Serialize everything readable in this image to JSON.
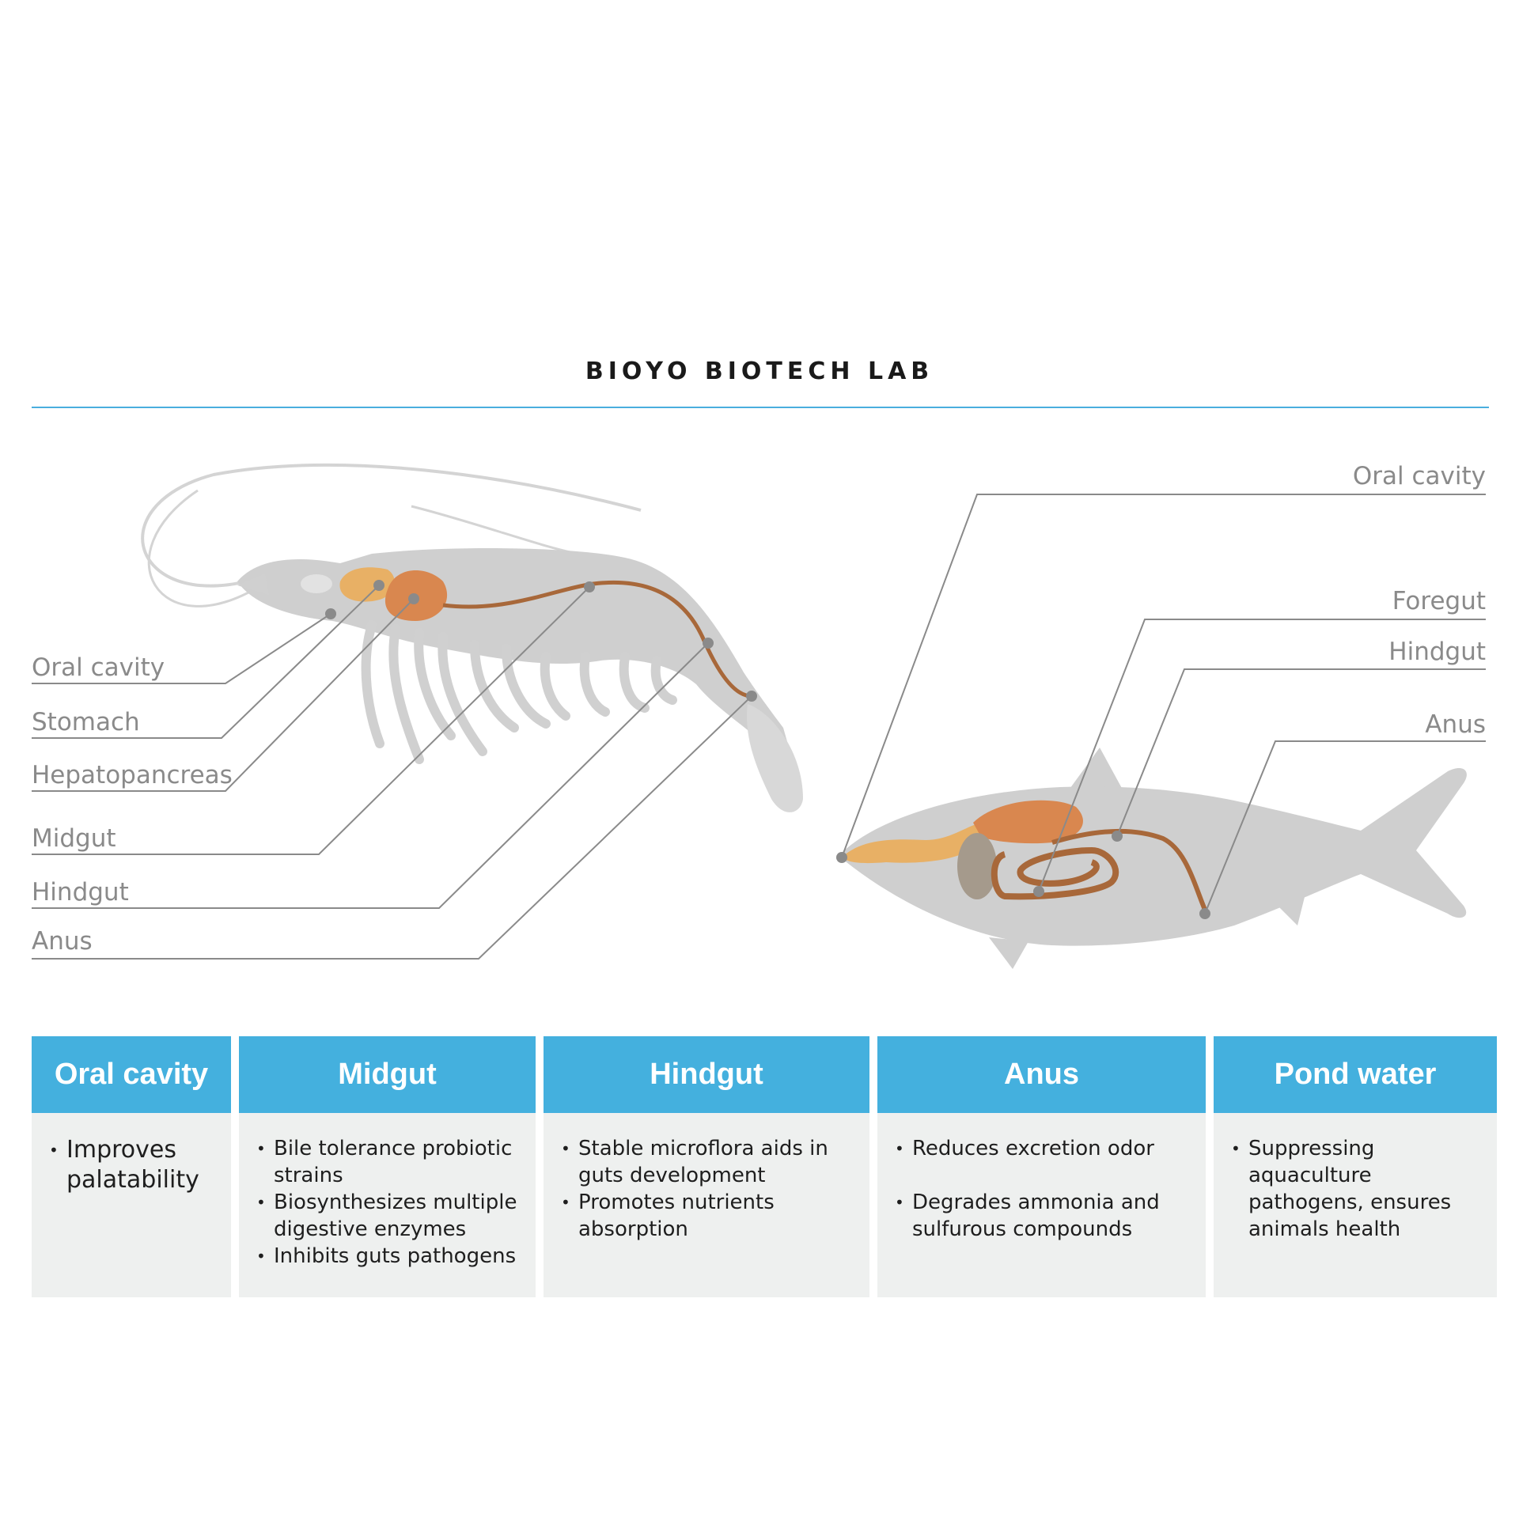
{
  "brand": "BIOYO BIOTECH LAB",
  "colors": {
    "accent": "#44b0de",
    "body_gray": "#c9c9c9",
    "organ_light": "#e8b065",
    "organ_dark": "#d9874f",
    "gut": "#a8683a",
    "leader": "#8a8a8a",
    "cell_bg": "#eef0ef"
  },
  "shrimp": {
    "labels": [
      "Oral cavity",
      "Stomach",
      "Hepatopancreas",
      "Midgut",
      "Hindgut",
      "Anus"
    ]
  },
  "fish": {
    "labels": [
      "Oral cavity",
      "Foregut",
      "Hindgut",
      "Anus"
    ]
  },
  "table": {
    "columns": [
      {
        "title": "Oral cavity",
        "bullets": [
          "Improves palatability"
        ]
      },
      {
        "title": "Midgut",
        "bullets": [
          "Bile tolerance probiotic strains",
          "Biosynthesizes multiple digestive enzymes",
          "Inhibits guts pathogens"
        ]
      },
      {
        "title": "Hindgut",
        "bullets": [
          "Stable microflora aids in guts development",
          "Promotes nutrients absorption"
        ]
      },
      {
        "title": "Anus",
        "bullets": [
          "Reduces excretion odor",
          "Degrades ammonia and sulfurous compounds"
        ]
      },
      {
        "title": "Pond water",
        "bullets": [
          "Suppressing aquaculture pathogens, ensures animals health"
        ]
      }
    ]
  }
}
